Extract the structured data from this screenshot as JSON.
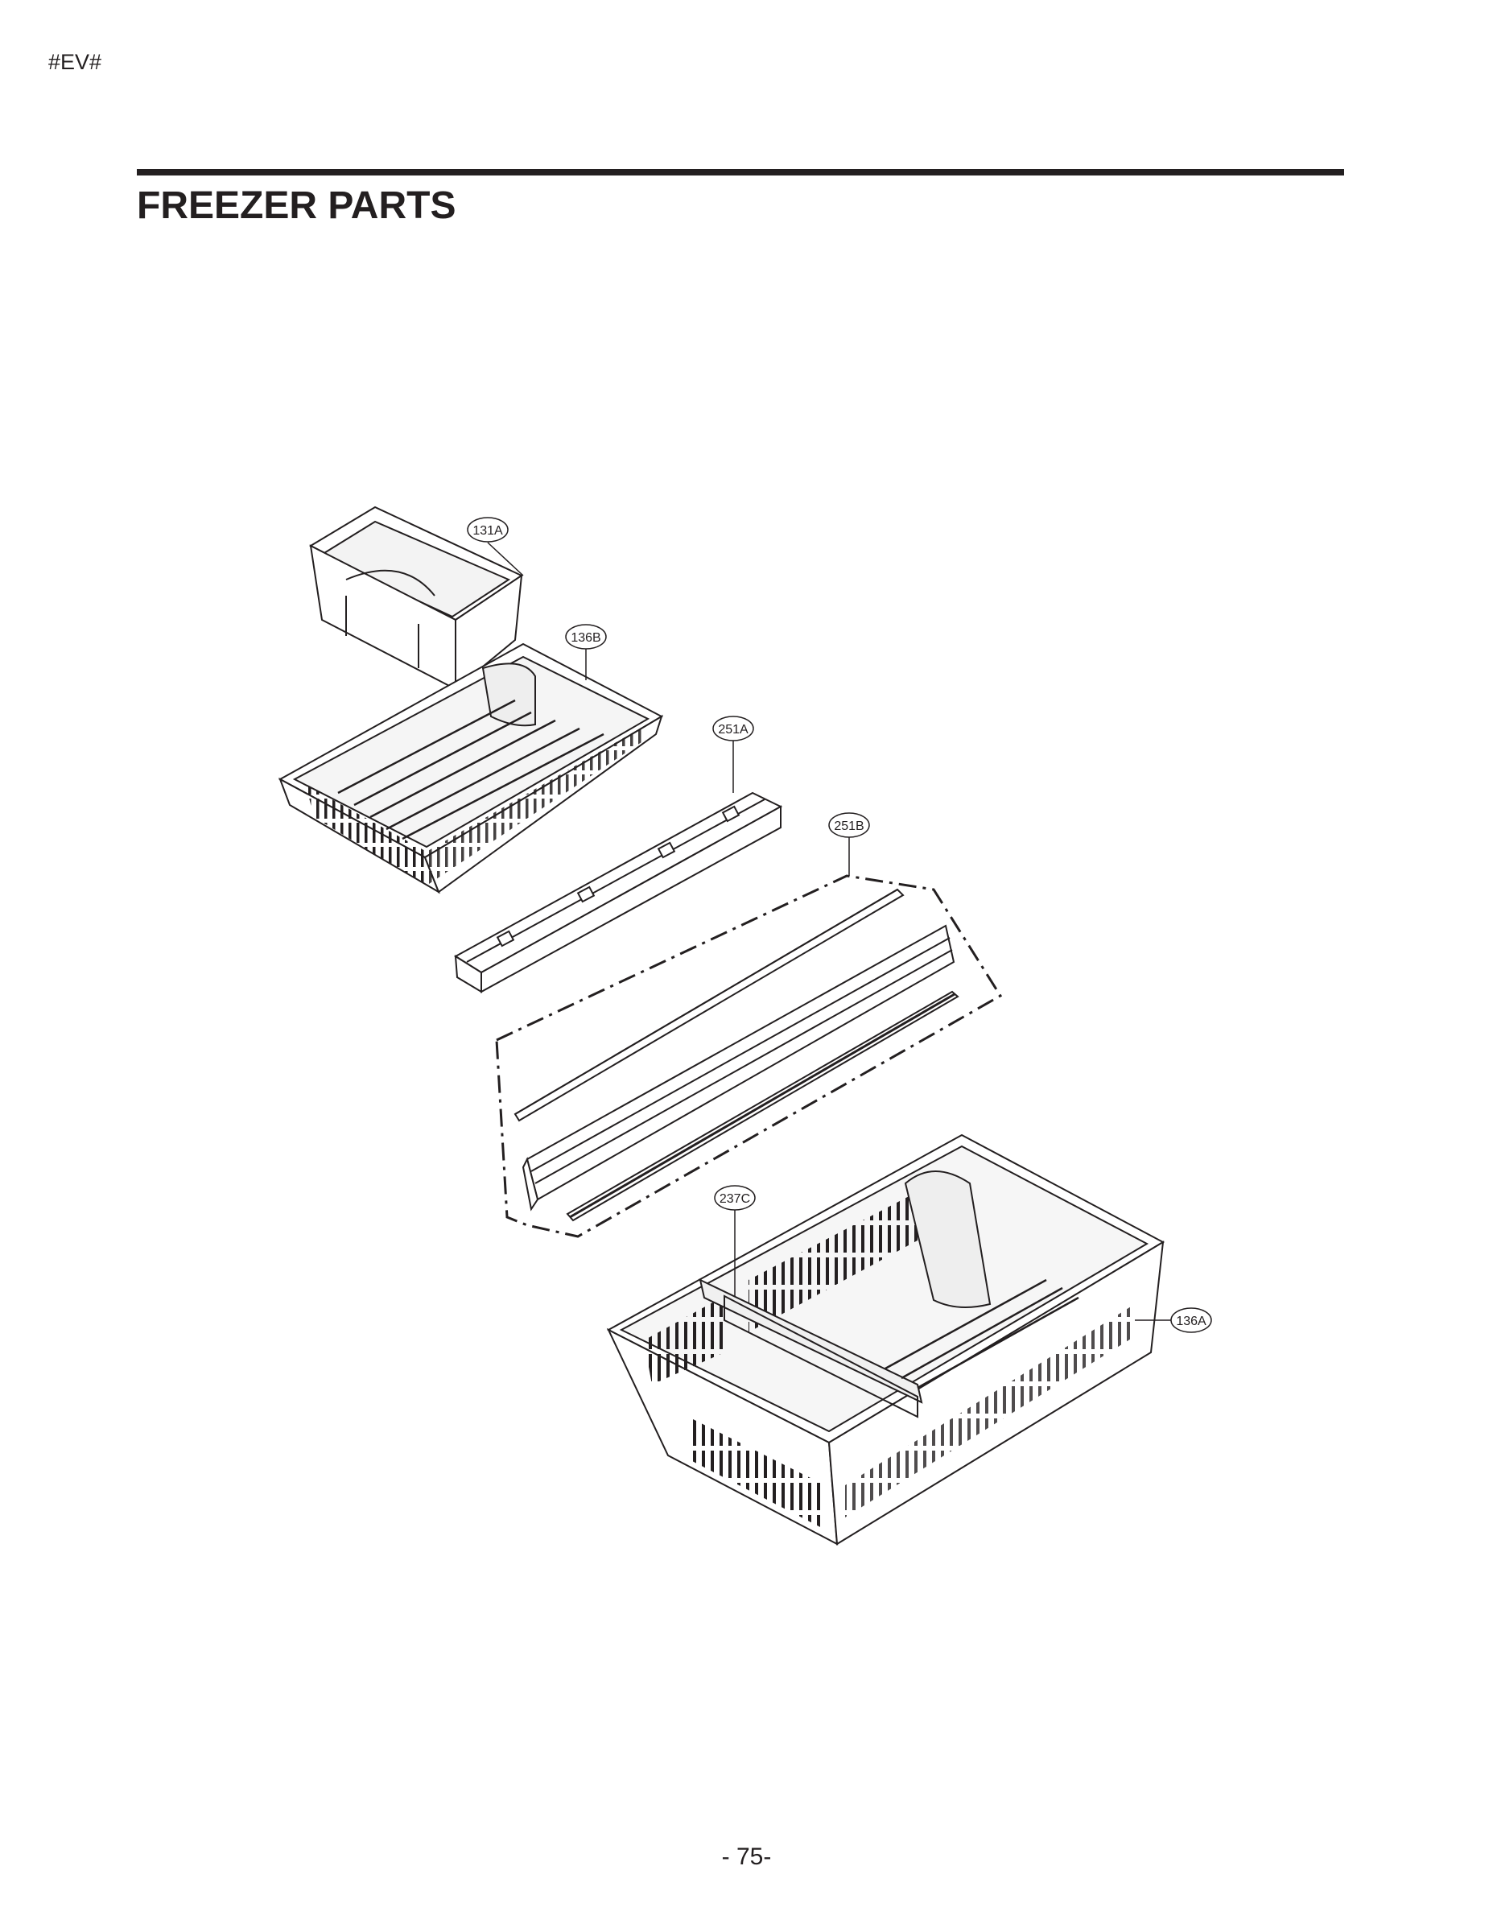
{
  "header": {
    "code": "#EV#"
  },
  "title": "FREEZER PARTS",
  "callouts": [
    {
      "id": "131A",
      "label": "131A"
    },
    {
      "id": "136B",
      "label": "136B"
    },
    {
      "id": "251A",
      "label": "251A"
    },
    {
      "id": "251B",
      "label": "251B"
    },
    {
      "id": "237C",
      "label": "237C"
    },
    {
      "id": "136A",
      "label": "136A"
    }
  ],
  "footer": {
    "page_number": "- 75-"
  }
}
